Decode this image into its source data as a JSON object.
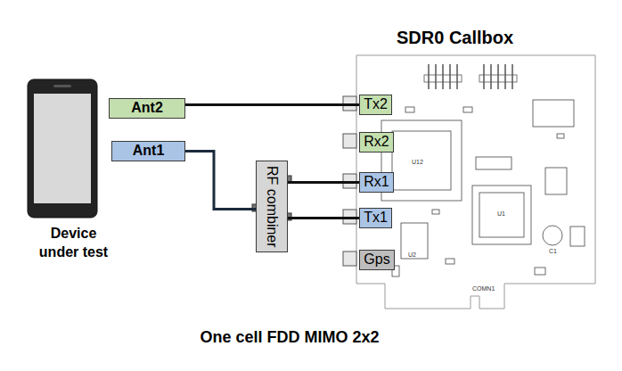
{
  "diagram": {
    "caption": "One cell FDD MIMO 2x2",
    "nodes": [
      {
        "text": [
          "Device under test"
        ]
      },
      {
        "text": [
          "Ant2"
        ]
      },
      {
        "text": [
          "Ant1"
        ]
      },
      {
        "text": [
          "RF combiner"
        ]
      },
      {
        "text": [
          "SDR0 Callbox"
        ]
      },
      {
        "text": [
          "Tx2"
        ],
        "in": 4
      },
      {
        "text": [
          "Rx2"
        ],
        "in": 4
      },
      {
        "text": [
          "Rx1"
        ],
        "in": 4
      },
      {
        "text": [
          "Tx1"
        ],
        "in": 4
      },
      {
        "text": [
          "Gps"
        ],
        "in": 4
      }
    ],
    "edges": [
      {
        "from": 1,
        "to": 5,
        "arrow": "none"
      },
      {
        "from": 2,
        "to": 3,
        "arrow": "none"
      },
      {
        "from": 3,
        "to": 7,
        "arrow": "none"
      },
      {
        "from": 3,
        "to": 8,
        "arrow": "none"
      }
    ],
    "labels": [
      "U12",
      "U1",
      "U2",
      "C1",
      "COMN1"
    ]
  }
}
